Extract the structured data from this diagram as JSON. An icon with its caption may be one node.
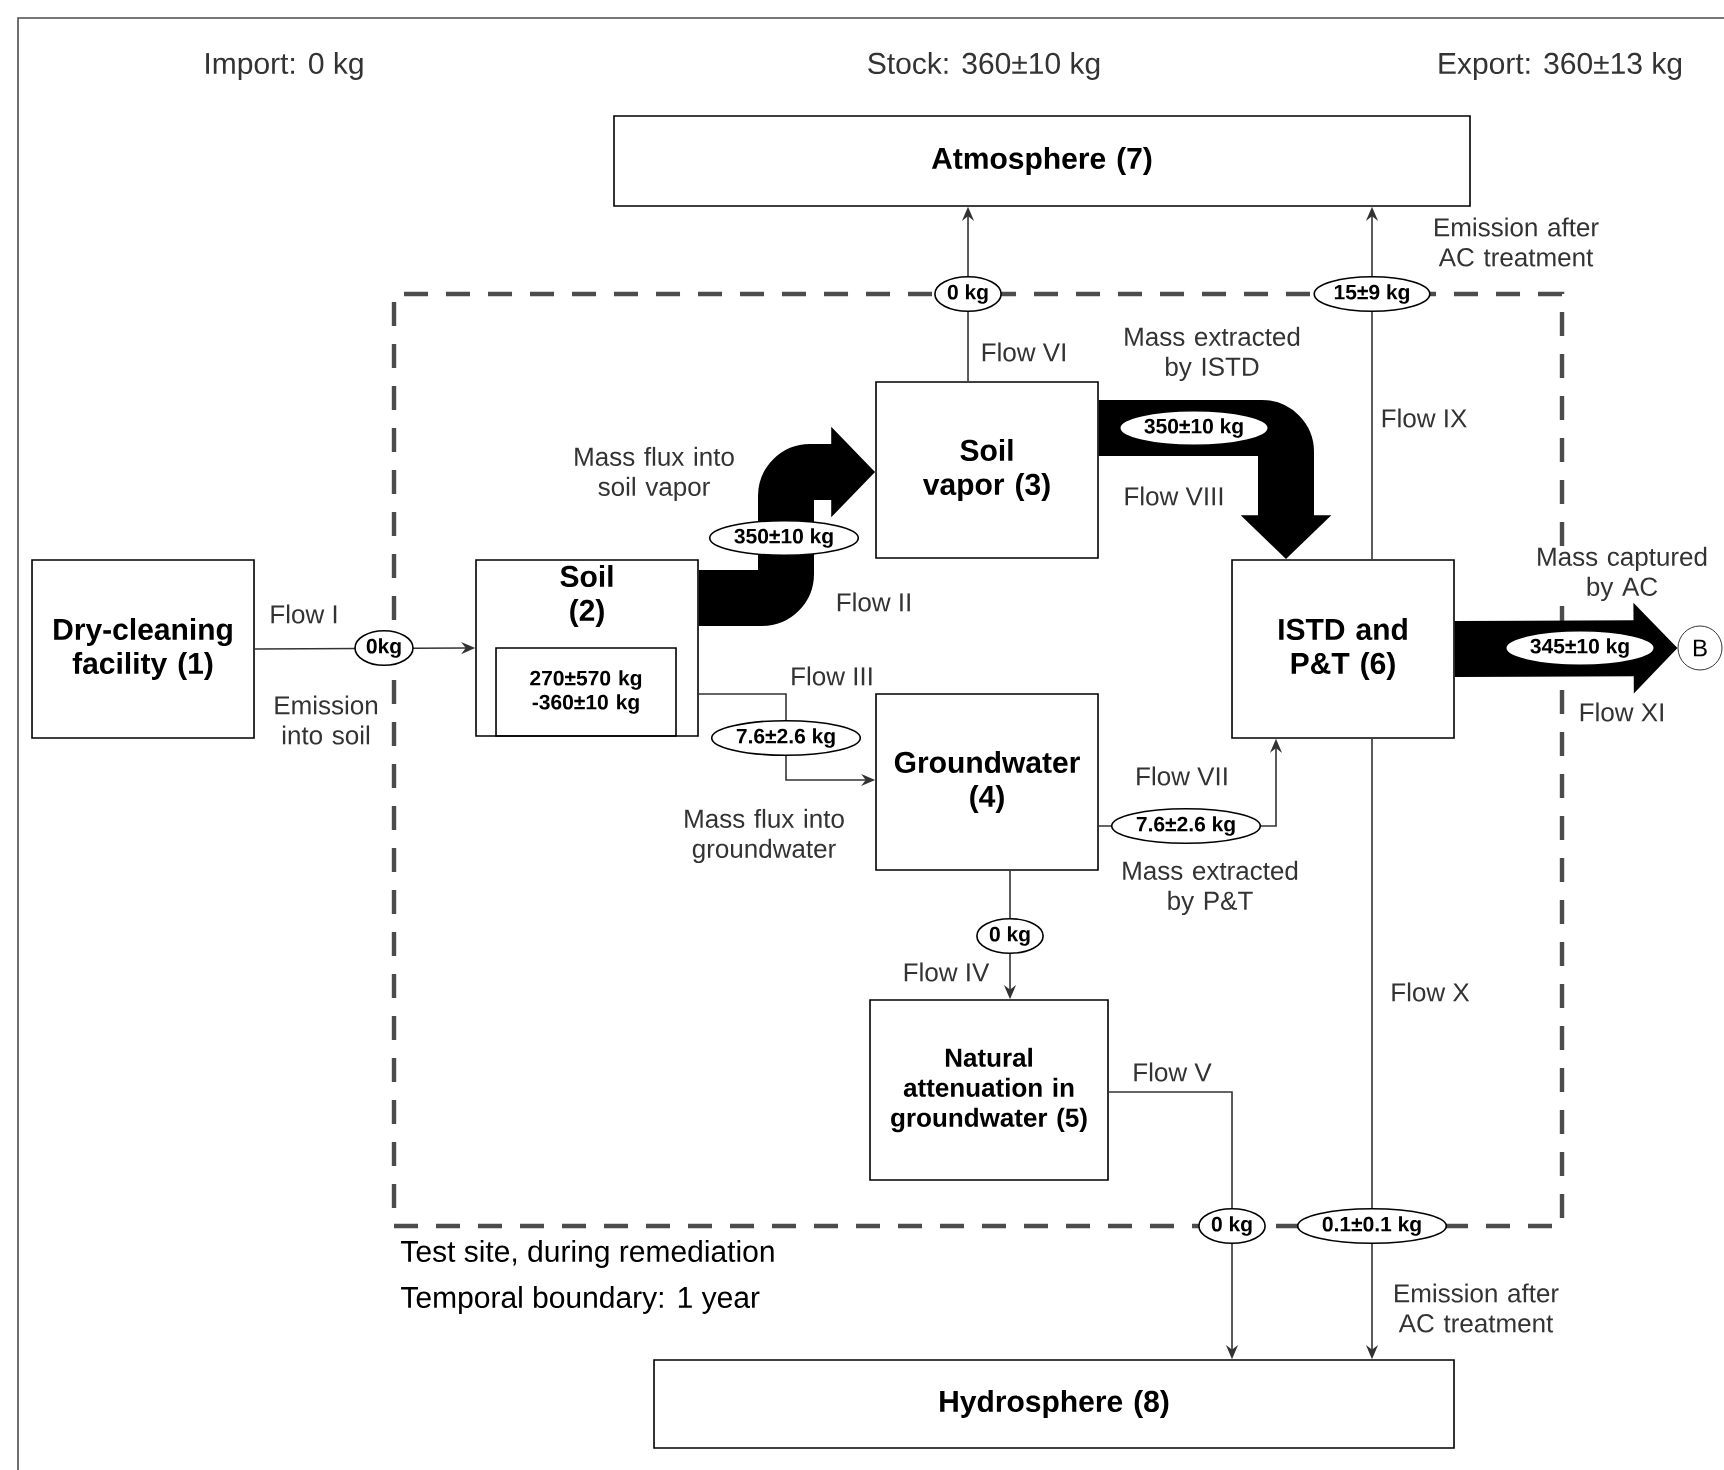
{
  "diagram": {
    "nodes": [
      {
        "text": [
          "**Dry-cleaning facility (1)**"
        ]
      },
      {
        "text": [
          "Test site, during remediation",
          "Temporal boundary: 1 year"
        ]
      },
      {
        "text": [
          "**Soil (2)**"
        ],
        "in": 1
      },
      {
        "text": [
          "**270±570 kg -360±10 kg**"
        ],
        "in": 2
      },
      {
        "text": [
          "**Soil vapor (3)**"
        ],
        "in": 1
      },
      {
        "text": [
          "**Groundwater (4)**"
        ],
        "in": 1
      },
      {
        "text": [
          "**Natural attenuation in groundwater (5)**"
        ],
        "in": 1
      },
      {
        "text": [
          "**ISTD and P&T (6)**"
        ],
        "in": 1
      },
      {
        "text": [
          "**Atmosphere (7)**"
        ]
      },
      {
        "text": [
          "**Hydrosphere (8)**"
        ]
      },
      {
        "text": [
          "B"
        ]
      }
    ],
    "edges": [
      {
        "from": 0,
        "to": 2,
        "arrow": "to",
        "label": "0kg"
      },
      {
        "from": 2,
        "to": 4,
        "arrow": "to",
        "label": "350±10 kg",
        "style": "thick"
      },
      {
        "from": 2,
        "to": 5,
        "arrow": "to",
        "label": "7.6±2.6 kg"
      },
      {
        "from": 4,
        "to": 8,
        "arrow": "to",
        "label": "0 kg"
      },
      {
        "from": 5,
        "to": 6,
        "arrow": "to",
        "label": "0 kg"
      },
      {
        "from": 6,
        "to": 9,
        "arrow": "to",
        "label": "0 kg"
      },
      {
        "from": 5,
        "to": 7,
        "arrow": "to",
        "label": "7.6±2.6 kg"
      },
      {
        "from": 4,
        "to": 7,
        "arrow": "to",
        "label": "350±10 kg",
        "style": "thick"
      },
      {
        "from": 7,
        "to": 8,
        "arrow": "to",
        "label": "15±9 kg"
      },
      {
        "from": 7,
        "to": 9,
        "arrow": "to",
        "label": "0.1±0.1 kg"
      },
      {
        "from": 7,
        "to": 10,
        "arrow": "to",
        "label": "345±10 kg",
        "style": "thick"
      }
    ],
    "labels": [
      "Import: 0 kg",
      "Stock: 360±10 kg",
      "Export: 360±13 kg",
      "Emission after AC treatment",
      "Flow VI",
      "Mass extracted by ISTD",
      "Flow IX",
      "Mass flux into soil vapor",
      "Flow VIII",
      "Flow II",
      "Mass captured by AC",
      "Flow I",
      "Flow III",
      "Emission into soil",
      "Flow XI",
      "Flow VII",
      "Mass flux into groundwater",
      "Mass extracted by P&T",
      "Flow IV",
      "Flow X",
      "Flow V",
      "Emission after AC treatment"
    ]
  }
}
